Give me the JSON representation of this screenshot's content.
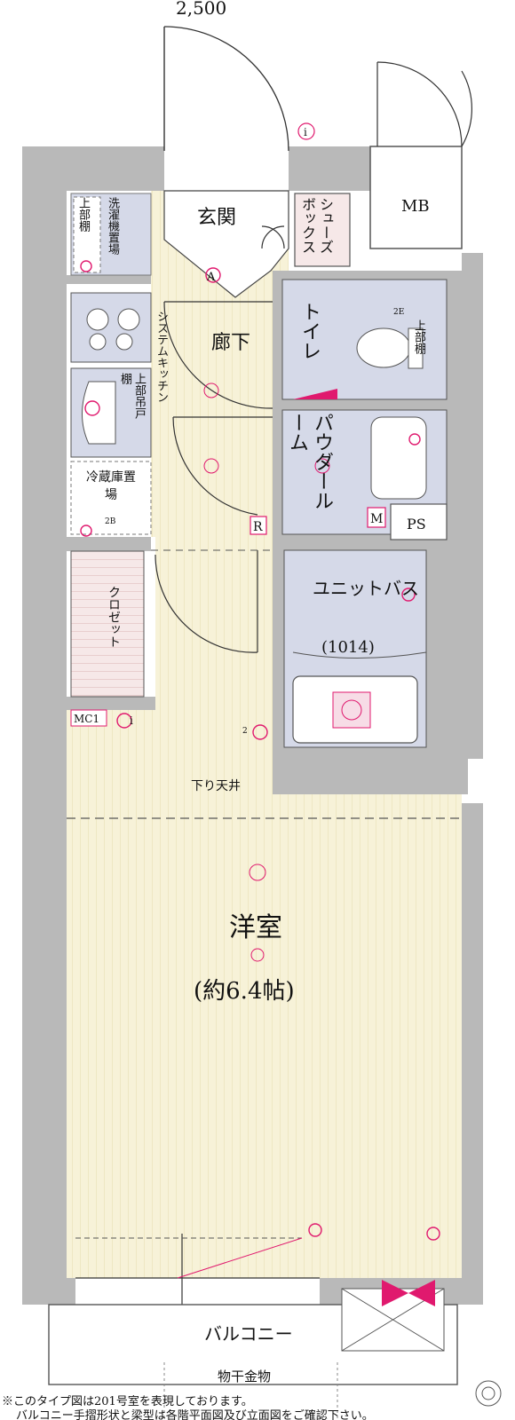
{
  "dimension_top": "2,500",
  "rooms": {
    "entrance": "玄関",
    "shoe_box": "シューズボックス",
    "mb": "MB",
    "corridor": "廊下",
    "toilet": "トイレ",
    "upper_shelf_toilet": "上部棚",
    "washer_area": "洗濯機置場",
    "upper_shelf_washer": "上部棚",
    "system_kitchen": "システムキッチン",
    "upper_cabinet": "上部吊戸棚",
    "powder_room": "パウダールーム",
    "fridge_area": "冷蔵庫置場",
    "ps": "PS",
    "closet": "クロゼット",
    "unit_bath": "ユニットバス",
    "unit_bath_size": "(1014)",
    "lowered_ceiling": "下り天井",
    "western_room": "洋室",
    "western_room_size": "(約6.4帖)",
    "balcony": "バルコニー",
    "clothes_hanger": "物干金物"
  },
  "symbols": {
    "r_mark": "R",
    "m_mark": "M",
    "a_mark": "A",
    "i_mark": "i",
    "mc1_mark": "MC1",
    "outlet_2e": "2E",
    "outlet_2": "2",
    "outlet_2b": "2B"
  },
  "notes": [
    "※このタイプ図は201号室を表現しております。",
    "バルコニー手摺形状と梁型は各階平面図及び立面図をご確認下さい。"
  ],
  "colors": {
    "wall": "#b9b9b9",
    "floor": "#f7f2d8",
    "wet_area": "#d5d9e8",
    "closet": "#f4e6e6",
    "pink_symbol": "#e0196e",
    "line": "#333333"
  }
}
